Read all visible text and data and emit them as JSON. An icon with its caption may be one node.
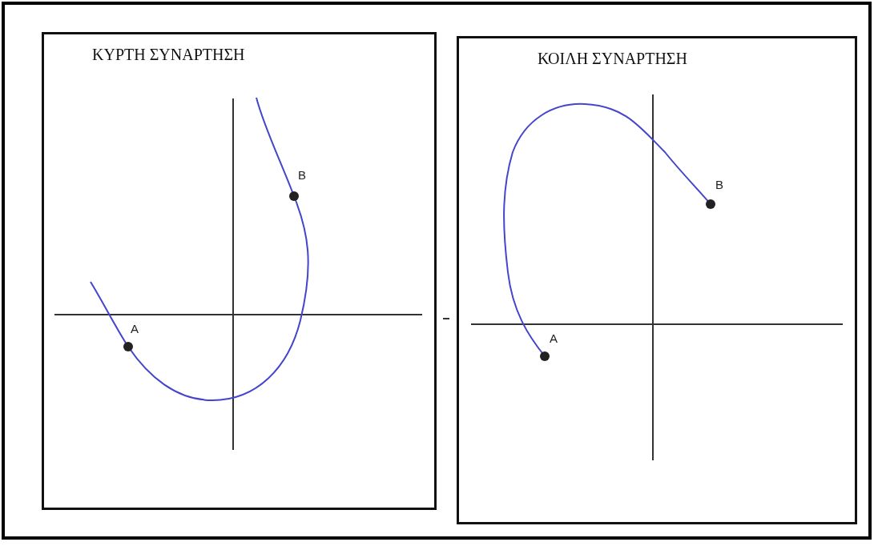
{
  "diagram": {
    "nodes": [
      {
        "text": [
          "ΚΥΡΤΗ ΣΥΝΑΡΤΗΣΗ"
        ]
      },
      {
        "text": [
          "ΚΟΙΛΗ ΣΥΝΑΡΤΗΣΗ"
        ]
      }
    ],
    "labels": [
      "B",
      "A",
      "B",
      "A"
    ]
  }
}
